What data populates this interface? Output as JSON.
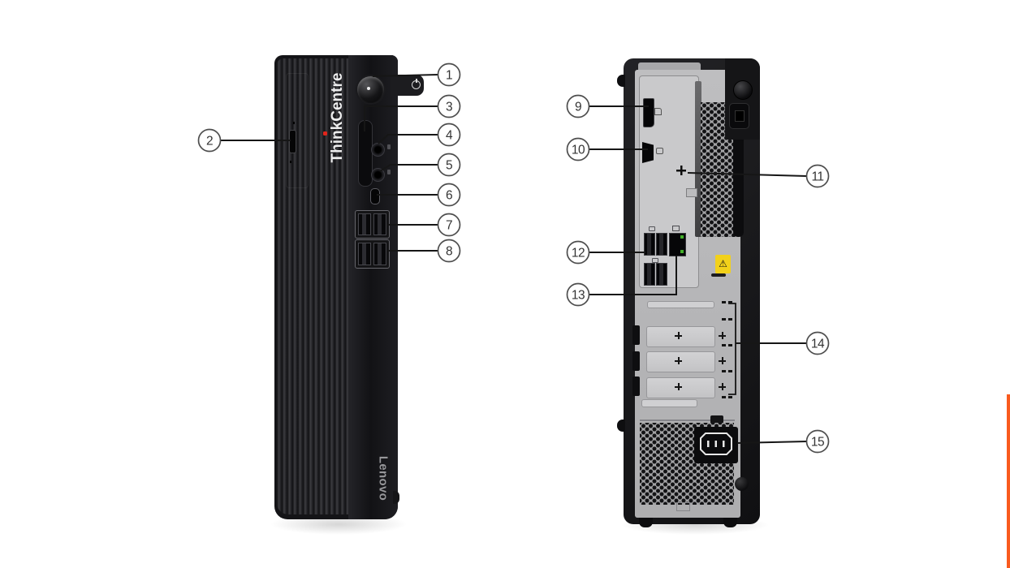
{
  "front_view": {
    "logo_primary": "ThinkCentre",
    "logo_secondary": "Lenovo"
  },
  "icons": {
    "warning": "⚠"
  },
  "callouts": [
    {
      "number": "1",
      "points_to": "power-button"
    },
    {
      "number": "2",
      "points_to": "front-bay-slot"
    },
    {
      "number": "3",
      "points_to": "card-reader-slot"
    },
    {
      "number": "4",
      "points_to": "audio-jack-top"
    },
    {
      "number": "5",
      "points_to": "audio-jack-bottom"
    },
    {
      "number": "6",
      "points_to": "usb-c-port"
    },
    {
      "number": "7",
      "points_to": "usb-a-ports-top"
    },
    {
      "number": "8",
      "points_to": "usb-a-ports-bottom"
    },
    {
      "number": "9",
      "points_to": "displayport"
    },
    {
      "number": "10",
      "points_to": "hdmi-port"
    },
    {
      "number": "11",
      "points_to": "optional-port-knockout"
    },
    {
      "number": "12",
      "points_to": "rear-usb-ports"
    },
    {
      "number": "13",
      "points_to": "ethernet-port"
    },
    {
      "number": "14",
      "points_to": "expansion-slots"
    },
    {
      "number": "15",
      "points_to": "power-connector"
    }
  ],
  "colors": {
    "case_black": "#1a1a1c",
    "panel_gray": "#b6b6b8",
    "logo_red": "#e1251b",
    "led_green": "#43b02a",
    "warning_yellow": "#f2d11b",
    "edge_strip_orange": "#f95a1e",
    "callout_ink": "#1f1f1f"
  }
}
